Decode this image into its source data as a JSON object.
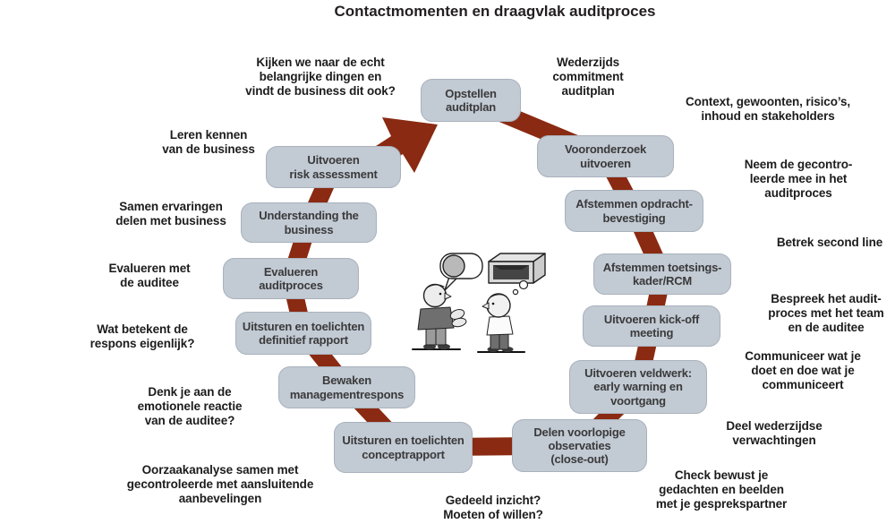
{
  "title": "Contactmomenten en draagvlak auditproces",
  "colors": {
    "box_fill": "#c2cad4",
    "box_border": "#a9b2bc",
    "arrow": "#8a2a12",
    "box_text": "#3a3a3a",
    "annotation_text": "#1c1c1c"
  },
  "steps": [
    "Opstellen\nauditplan",
    "Vooronderzoek\nuitvoeren",
    "Afstemmen opdracht-\nbevestiging",
    "Afstemmen toetsings-\nkader/RCM",
    "Uitvoeren kick-off\nmeeting",
    "Uitvoeren veldwerk:\nearly warning en\nvoortgang",
    "Delen voorlopige\nobservaties\n(close-out)",
    "Uitsturen en toelichten\nconceptrapport",
    "Bewaken\nmanagementrespons",
    "Uitsturen en toelichten\ndefinitief rapport",
    "Evalueren\nauditproces",
    "Understanding the\nbusiness",
    "Uitvoeren\nrisk assessment"
  ],
  "annotations": [
    "Kijken we naar de echt\nbelangrijke dingen en\nvindt de business dit ook?",
    "Wederzijds\ncommitment\nauditplan",
    "Context, gewoonten, risico’s,\ninhoud en stakeholders",
    "Neem de gecontro-\nleerde mee in het\nauditproces",
    "Betrek second line",
    "Bespreek het audit-\nproces met het team\nen de auditee",
    "Communiceer wat je\ndoet en doe wat je\ncommuniceert",
    "Deel wederzijdse\nverwachtingen",
    "Check bewust je\ngedachten en beelden\nmet je gesprekspartner",
    "Gedeeld inzicht?\nMoeten of willen?",
    "Oorzaakanalyse samen met\ngecontroleerde met aansluitende\naanbevelingen",
    "Denk je aan de\nemotionele reactie\nvan de auditee?",
    "Wat betekent de\nrespons eigenlijk?",
    "Evalueren met\nde auditee",
    "Samen ervaringen\ndelen met business",
    "Leren kennen\nvan de business"
  ],
  "illustration": {
    "left_icon": "speech-bubble-icon",
    "right_icon": "thought-box-icon",
    "left_figure": "talking-person",
    "right_figure": "listening-person"
  }
}
